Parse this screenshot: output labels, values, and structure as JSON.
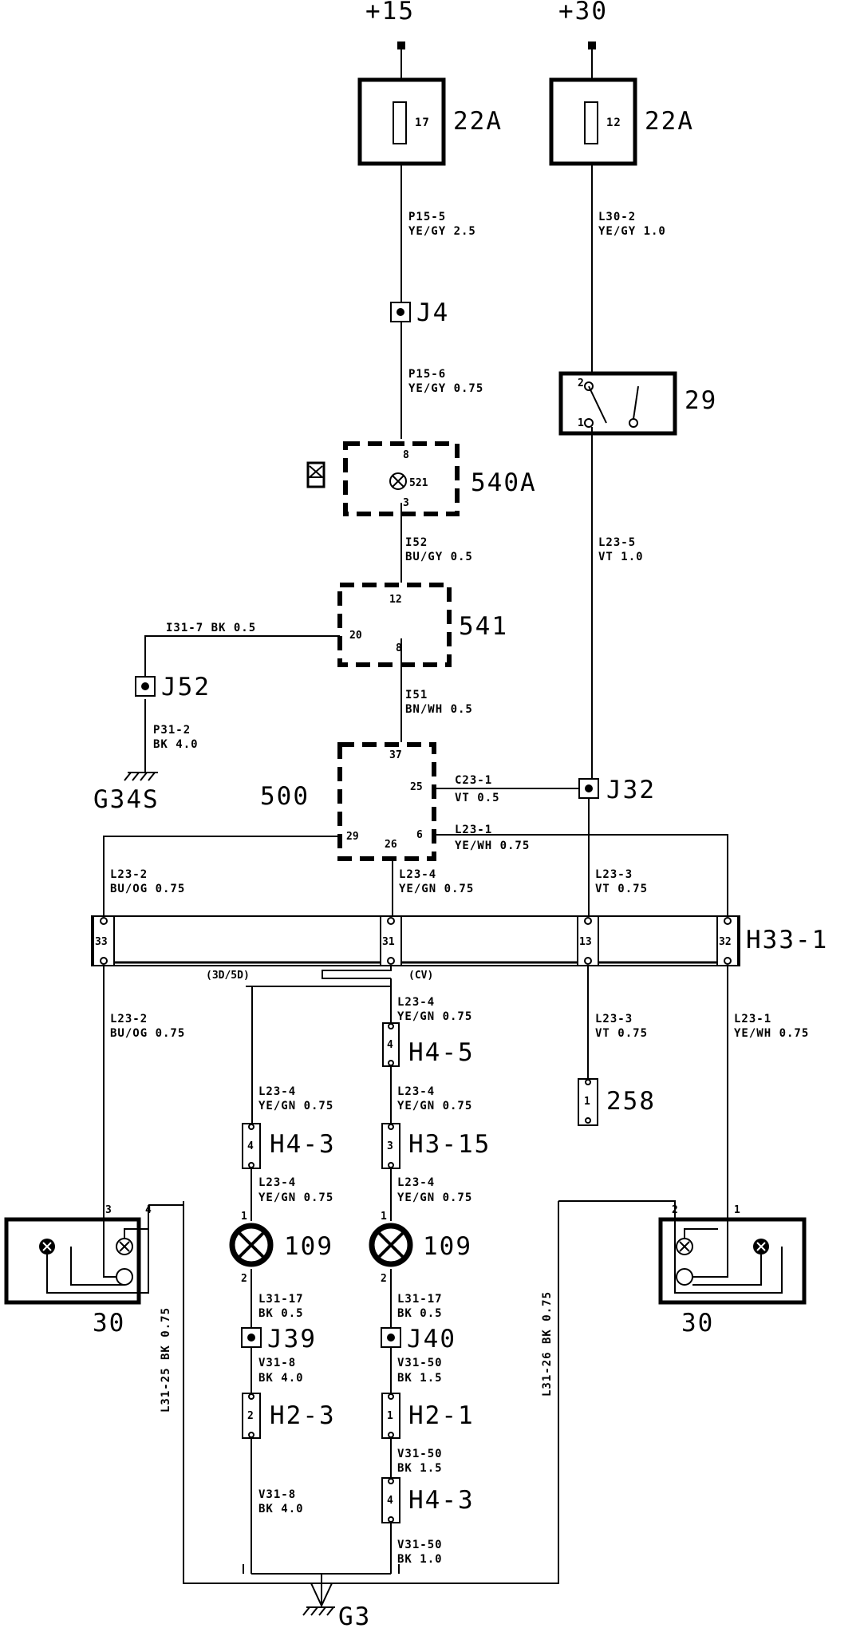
{
  "supplies": {
    "p15": "+15",
    "p30": "+30"
  },
  "fuses": {
    "f17": {
      "num": "17",
      "rating": "22A"
    },
    "f12": {
      "num": "12",
      "rating": "22A"
    }
  },
  "components": {
    "c29": "29",
    "c540a": "540A",
    "c541": "541",
    "c500": "500",
    "c258": "258",
    "c30l": "30",
    "c30r": "30",
    "c109a": "109",
    "c109b": "109",
    "h33": "H33-1"
  },
  "joints": {
    "j4": "J4",
    "j52": "J52",
    "j32": "J32",
    "j39": "J39",
    "j40": "J40"
  },
  "grounds": {
    "g34s": "G34S",
    "g3": "G3"
  },
  "connectors": {
    "h4_5": "H4-5",
    "h4_3a": "H4-3",
    "h3_15": "H3-15",
    "h2_3": "H2-3",
    "h2_1": "H2-1",
    "h4_3b": "H4-3"
  },
  "variants": {
    "a": "(3D/5D)",
    "b": "(CV)"
  },
  "pins": {
    "p540_8": "8",
    "p540_3": "3",
    "p540_521": "521",
    "p541_12": "12",
    "p541_20": "20",
    "p541_8": "8",
    "p500_37": "37",
    "p500_25": "25",
    "p500_29": "29",
    "p500_26": "26",
    "p500_6": "6",
    "p29_2": "2",
    "p29_1": "1",
    "h33_33": "33",
    "h33_31": "31",
    "h33_13": "13",
    "h33_32": "32",
    "h45": "4",
    "h43a": "4",
    "h315": "3",
    "h23": "2",
    "h21": "1",
    "h43b": "4",
    "c258pin": "1",
    "l30_3": "3",
    "l30_4": "4",
    "r30_2": "2",
    "r30_1": "1",
    "b109a_1": "1",
    "b109a_2": "2",
    "b109b_1": "1",
    "b109b_2": "2"
  },
  "wires": {
    "p15_5": {
      "id": "P15-5",
      "spec": "YE/GY 2.5"
    },
    "l30_2": {
      "id": "L30-2",
      "spec": "YE/GY 1.0"
    },
    "p15_6": {
      "id": "P15-6",
      "spec": "YE/GY 0.75"
    },
    "i52": {
      "id": "I52",
      "spec": "BU/GY 0.5"
    },
    "l23_5": {
      "id": "L23-5",
      "spec": "VT 1.0"
    },
    "i31_7": "I31-7 BK 0.5",
    "i51": {
      "id": "I51",
      "spec": "BN/WH 0.5"
    },
    "p31_2": {
      "id": "P31-2",
      "spec": "BK 4.0"
    },
    "c23_1": {
      "id": "C23-1",
      "spec": "VT 0.5"
    },
    "l23_1a": {
      "id": "L23-1",
      "spec": "YE/WH 0.75"
    },
    "l23_2a": {
      "id": "L23-2",
      "spec": "BU/OG 0.75"
    },
    "l23_4a": {
      "id": "L23-4",
      "spec": "YE/GN 0.75"
    },
    "l23_3a": {
      "id": "L23-3",
      "spec": "VT 0.75"
    },
    "l23_4b": {
      "id": "L23-4",
      "spec": "YE/GN 0.75"
    },
    "l23_2b": {
      "id": "L23-2",
      "spec": "BU/OG 0.75"
    },
    "l23_3b": {
      "id": "L23-3",
      "spec": "VT 0.75"
    },
    "l23_1b": {
      "id": "L23-1",
      "spec": "YE/WH 0.75"
    },
    "l23_4c": {
      "id": "L23-4",
      "spec": "YE/GN 0.75"
    },
    "l23_4d": {
      "id": "L23-4",
      "spec": "YE/GN 0.75"
    },
    "l23_4e": {
      "id": "L23-4",
      "spec": "YE/GN 0.75"
    },
    "l23_4f": {
      "id": "L23-4",
      "spec": "YE/GN 0.75"
    },
    "l31_17a": {
      "id": "L31-17",
      "spec": "BK 0.5"
    },
    "l31_17b": {
      "id": "L31-17",
      "spec": "BK 0.5"
    },
    "v31_8a": {
      "id": "V31-8",
      "spec": "BK 4.0"
    },
    "v31_50a": {
      "id": "V31-50",
      "spec": "BK 1.5"
    },
    "v31_50b": {
      "id": "V31-50",
      "spec": "BK 1.5"
    },
    "v31_8b": {
      "id": "V31-8",
      "spec": "BK 4.0"
    },
    "v31_50c": {
      "id": "V31-50",
      "spec": "BK 1.0"
    },
    "l31_25": "L31-25 BK 0.75",
    "l31_26": "L31-26 BK 0.75"
  }
}
